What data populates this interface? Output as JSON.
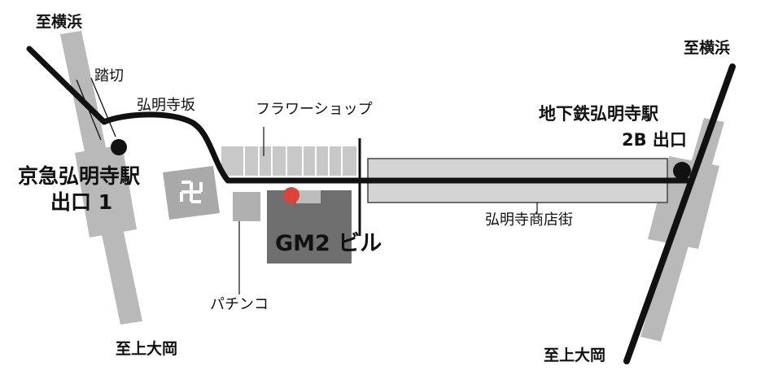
{
  "labels": {
    "to_yokohama_left": "至横浜",
    "fumikiri": "踏切",
    "gumyoji_zaka": "弘明寺坂",
    "keikyu_station_line1": "京急弘明寺駅",
    "keikyu_station_line2": "出口 1",
    "flower_shop": "フラワーショップ",
    "subway_station_line1": "地下鉄弘明寺駅",
    "subway_station_line2": "2B 出口",
    "to_yokohama_right": "至横浜",
    "shopping_street": "弘明寺商店街",
    "gm2_building": "GM2 ビル",
    "pachinko": "パチンコ",
    "to_kamiooka_left": "至上大岡",
    "to_kamiooka_right": "至上大岡"
  },
  "icons": {
    "temple": "manji-temple-icon",
    "station_marker": "black-dot",
    "destination_marker": "red-dot"
  },
  "colors": {
    "route": "#111111",
    "rail_band": "#b9b9b9",
    "building_dark": "#6f6f6f",
    "building_light": "#c8c8c8",
    "destination": "#d9443b",
    "temple_block": "#a9a9a9"
  }
}
